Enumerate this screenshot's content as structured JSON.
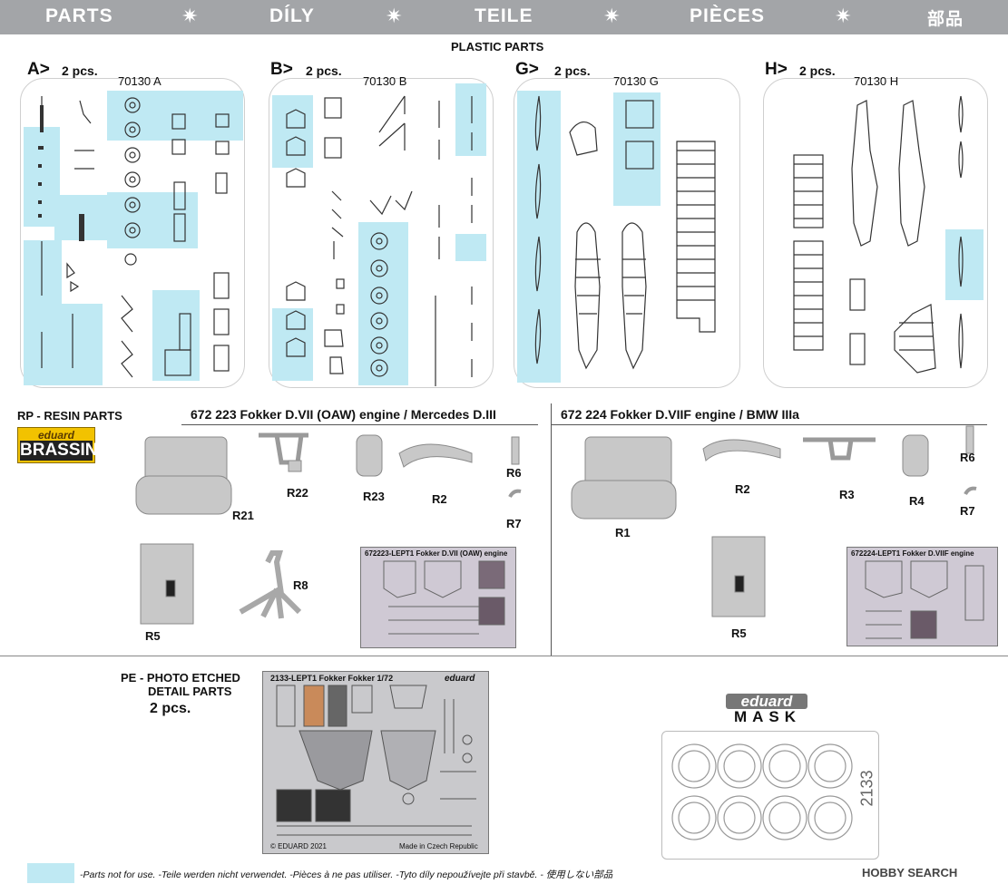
{
  "header": {
    "parts": "PARTS",
    "dily": "DÍLY",
    "teile": "TEILE",
    "pieces": "PIÈCES",
    "buhin": "部品",
    "star": "✷"
  },
  "plastic": {
    "title": "PLASTIC PARTS",
    "sprues": [
      {
        "letter": "A>",
        "qty": "2 pcs.",
        "code": "70130 A"
      },
      {
        "letter": "B>",
        "qty": "2 pcs.",
        "code": "70130 B"
      },
      {
        "letter": "G>",
        "qty": "2 pcs.",
        "code": "70130 G"
      },
      {
        "letter": "H>",
        "qty": "2 pcs.",
        "code": "70130 H"
      }
    ]
  },
  "resin": {
    "title": "RP - RESIN PARTS",
    "logo_top": "eduard",
    "logo_bottom": "BRASSIN",
    "left": {
      "title": "672 223  Fokker D.VII (OAW) engine / Mercedes D.III",
      "parts": [
        "R21",
        "R22",
        "R23",
        "R2",
        "R6",
        "R7",
        "R8",
        "R5"
      ],
      "lept_title": "672223-LEPT1  Fokker D.VII (OAW) engine"
    },
    "right": {
      "title": "672 224  Fokker D.VIIF engine / BMW IIIa",
      "parts": [
        "R1",
        "R2",
        "R3",
        "R4",
        "R6",
        "R7",
        "R5"
      ],
      "lept_title": "672224-LEPT1  Fokker D.VIIF engine"
    }
  },
  "pe": {
    "line1": "PE - PHOTO ETCHED",
    "line2": "DETAIL PARTS",
    "qty": "2 pcs.",
    "fret_title": "2133-LEPT1  Fokker Fokker  1/72",
    "brand": "eduard",
    "copyright": "© EDUARD 2021",
    "made": "Made in Czech Republic"
  },
  "mask": {
    "brand": "eduard",
    "word": "MASK",
    "number": "2133"
  },
  "footer": {
    "text": "-Parts not for use. -Teile werden nicht verwendet. -Pièces à ne pas utiliser. -Tyto díly nepoužívejte při stavbě. -  使用しない部品",
    "watermark": "HOBBY SEARCH"
  },
  "colors": {
    "unused": "#bfe9f3",
    "header": "#a3a5a8",
    "resin": "#c8c8c8",
    "brassin": "#f2c200"
  }
}
